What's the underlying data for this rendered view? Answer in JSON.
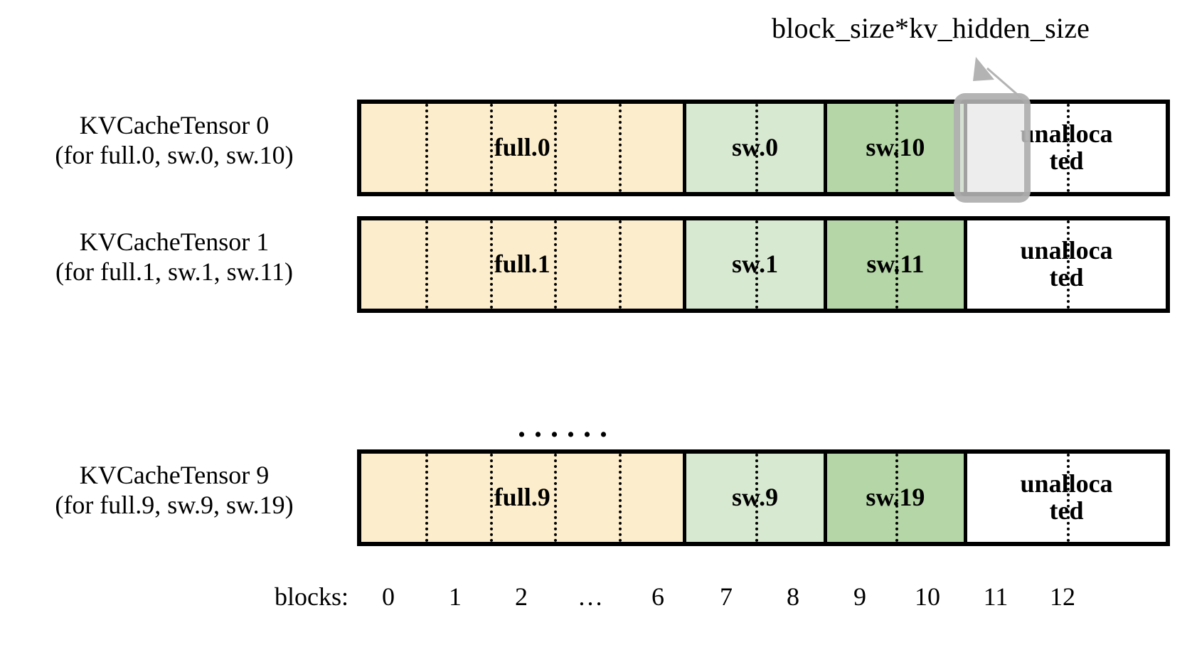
{
  "callout": {
    "label": "block_size*kv_hidden_size",
    "arrow_name": "callout-arrow-icon"
  },
  "colors": {
    "full_fill": "#FCEECC",
    "sw_light_fill": "#D8E9D1",
    "sw_dark_fill": "#B5D6A7",
    "unallocated_fill": "#FFFFFF",
    "outline": "#000000",
    "highlight_border": "#AAAAAA",
    "highlight_fill": "#E6E6E6"
  },
  "rows": [
    {
      "label_line1": "KVCacheTensor 0",
      "label_line2": "(for full.0, sw.0, sw.10)",
      "segments": [
        {
          "name": "full-segment",
          "text": "full.0",
          "kind": "full",
          "blocks": 7,
          "dividers": 4
        },
        {
          "name": "sw-light-segment",
          "text": "sw.0",
          "kind": "sw-a",
          "blocks": 2,
          "dividers": 1
        },
        {
          "name": "sw-dark-segment",
          "text": "sw.10",
          "kind": "sw-b",
          "blocks": 2,
          "dividers": 1
        },
        {
          "name": "unallocated-segment",
          "text": "unalloca\nted",
          "kind": "unalloc",
          "blocks": 2,
          "dividers": 1
        }
      ]
    },
    {
      "label_line1": "KVCacheTensor 1",
      "label_line2": "(for full.1, sw.1, sw.11)",
      "segments": [
        {
          "name": "full-segment",
          "text": "full.1",
          "kind": "full",
          "blocks": 7,
          "dividers": 4
        },
        {
          "name": "sw-light-segment",
          "text": "sw.1",
          "kind": "sw-a",
          "blocks": 2,
          "dividers": 1
        },
        {
          "name": "sw-dark-segment",
          "text": "sw.11",
          "kind": "sw-b",
          "blocks": 2,
          "dividers": 1
        },
        {
          "name": "unallocated-segment",
          "text": "unalloca\nted",
          "kind": "unalloc",
          "blocks": 2,
          "dividers": 1
        }
      ]
    },
    {
      "label_line1": "KVCacheTensor 9",
      "label_line2": "(for full.9, sw.9, sw.19)",
      "segments": [
        {
          "name": "full-segment",
          "text": "full.9",
          "kind": "full",
          "blocks": 7,
          "dividers": 4
        },
        {
          "name": "sw-light-segment",
          "text": "sw.9",
          "kind": "sw-a",
          "blocks": 2,
          "dividers": 1
        },
        {
          "name": "sw-dark-segment",
          "text": "sw.19",
          "kind": "sw-b",
          "blocks": 2,
          "dividers": 1
        },
        {
          "name": "unallocated-segment",
          "text": "unalloca\nted",
          "kind": "unalloc",
          "blocks": 2,
          "dividers": 1
        }
      ]
    }
  ],
  "ellipsis": "......",
  "axis": {
    "title": "blocks:",
    "ticks": [
      "0",
      "1",
      "2",
      "…",
      "6",
      "7",
      "8",
      "9",
      "10",
      "11",
      "12"
    ]
  }
}
